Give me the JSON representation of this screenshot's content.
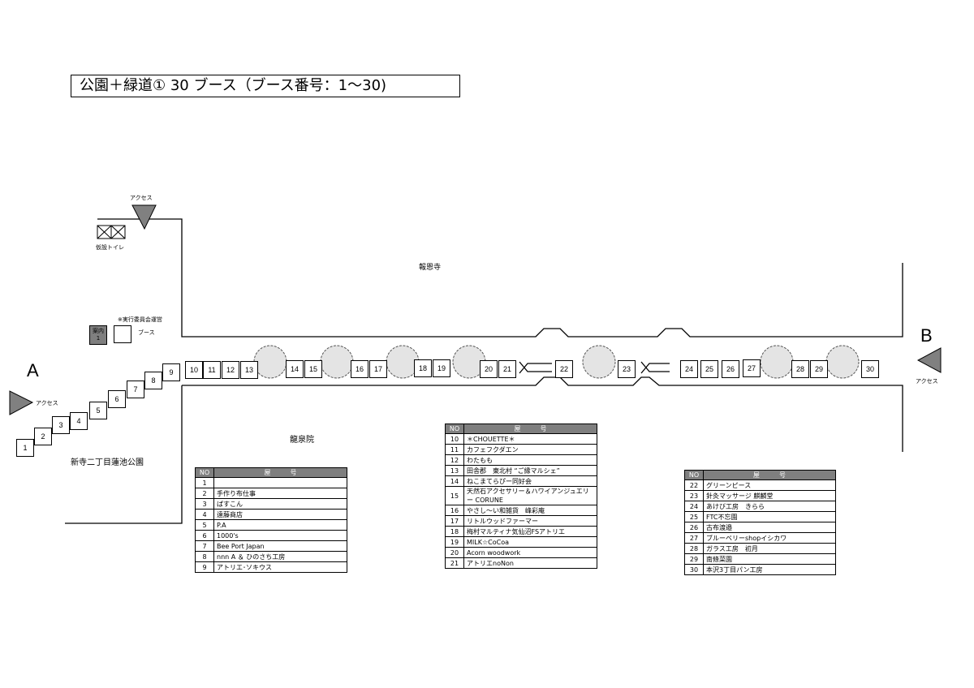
{
  "title": "公園＋緑道① 30 ブース（ブース番号：1〜30)",
  "labels": {
    "access": "アクセス",
    "toilet": "仮設トイレ",
    "hoonji": "報恩寺",
    "ryusenin": "龍泉院",
    "park": "新寺二丁目蓮池公園",
    "committee": "※実行委員会運営",
    "info_booth": "案内\n1",
    "booth_legend": "ブース",
    "point_a": "A",
    "point_b": "B"
  },
  "booths": [
    "1",
    "2",
    "3",
    "4",
    "5",
    "6",
    "7",
    "8",
    "9",
    "10",
    "11",
    "12",
    "13",
    "14",
    "15",
    "16",
    "17",
    "18",
    "19",
    "20",
    "21",
    "22",
    "23",
    "24",
    "25",
    "26",
    "27",
    "28",
    "29",
    "30"
  ],
  "tables": [
    {
      "header_no": "NO",
      "header_name": "屋　　　号",
      "rows": [
        {
          "no": "1",
          "name": ""
        },
        {
          "no": "2",
          "name": "手作り布仕事"
        },
        {
          "no": "3",
          "name": "ぱすこん"
        },
        {
          "no": "4",
          "name": "遠藤商店"
        },
        {
          "no": "5",
          "name": "P.A"
        },
        {
          "no": "6",
          "name": "1000's"
        },
        {
          "no": "7",
          "name": "Bee Port Japan"
        },
        {
          "no": "8",
          "name": "nnn A ＆ ひのさち工房"
        },
        {
          "no": "9",
          "name": "アトリエ･ソキウス"
        }
      ]
    },
    {
      "header_no": "NO",
      "header_name": "屋　　　号",
      "rows": [
        {
          "no": "10",
          "name": "＊CHOUETTE＊"
        },
        {
          "no": "11",
          "name": "カフェフクダエン"
        },
        {
          "no": "12",
          "name": "わたもも"
        },
        {
          "no": "13",
          "name": "田舎郡　東北村 “ご縁マルシェ”"
        },
        {
          "no": "14",
          "name": "ねこまてらぴー同好会"
        },
        {
          "no": "15",
          "name": "天然石アクセサリー＆ハワイアンジュエリー CORUNE"
        },
        {
          "no": "16",
          "name": "やさし〜い和雑貨　峰彩庵"
        },
        {
          "no": "17",
          "name": "リトルウッドファーマー"
        },
        {
          "no": "18",
          "name": "梅村マルティナ気仙沼FSアトリエ"
        },
        {
          "no": "19",
          "name": "MILK☆CoCoa"
        },
        {
          "no": "20",
          "name": "Acorn woodwork"
        },
        {
          "no": "21",
          "name": "アトリエnoNon"
        }
      ]
    },
    {
      "header_no": "NO",
      "header_name": "屋　　　号",
      "rows": [
        {
          "no": "22",
          "name": "グリーンピース"
        },
        {
          "no": "23",
          "name": "針灸マッサージ 麒麟堂"
        },
        {
          "no": "24",
          "name": "あけび工房　きらら"
        },
        {
          "no": "25",
          "name": "FTC不忘園"
        },
        {
          "no": "26",
          "name": "古布渡邉"
        },
        {
          "no": "27",
          "name": "ブルーベリーshopイシカワ"
        },
        {
          "no": "28",
          "name": "ガラス工房　初月"
        },
        {
          "no": "29",
          "name": "南條菜園"
        },
        {
          "no": "30",
          "name": "本沢3丁目パン工房"
        }
      ]
    }
  ],
  "colors": {
    "header_fill": "#7f7f7f",
    "arrow_fill": "#808080",
    "tree_fill": "#e4e4e4"
  },
  "icons": [
    "access-triangle-icon",
    "toilet-icon",
    "tree-icon"
  ]
}
